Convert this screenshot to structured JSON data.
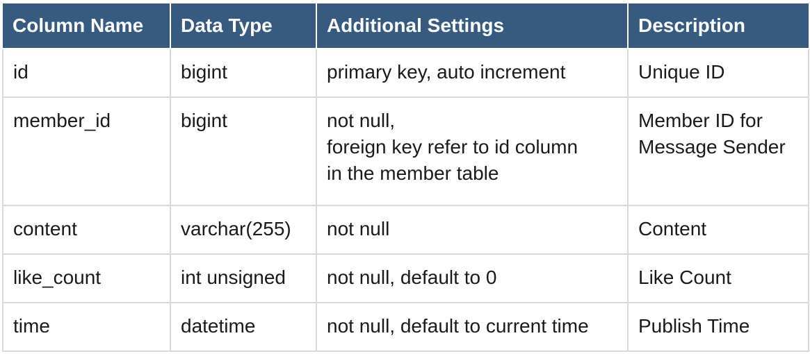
{
  "table": {
    "headers": [
      "Column Name",
      "Data Type",
      "Additional Settings",
      "Description"
    ],
    "rows": [
      {
        "column_name": "id",
        "data_type": "bigint",
        "settings": "primary key, auto increment",
        "description": "Unique ID"
      },
      {
        "column_name": "member_id",
        "data_type": "bigint",
        "settings": "not null,\nforeign key refer to id column\nin the member table",
        "description": "Member ID for\nMessage Sender"
      },
      {
        "column_name": "content",
        "data_type": "varchar(255)",
        "settings": "not null",
        "description": "Content"
      },
      {
        "column_name": "like_count",
        "data_type": "int unsigned",
        "settings": "not null, default to 0",
        "description": "Like Count"
      },
      {
        "column_name": "time",
        "data_type": "datetime",
        "settings": "not null, default to current time",
        "description": "Publish Time"
      }
    ]
  },
  "colors": {
    "header_bg": "#365a80",
    "header_text": "#ffffff",
    "border": "#d9d9d9",
    "body_text": "#1a1a1a"
  }
}
